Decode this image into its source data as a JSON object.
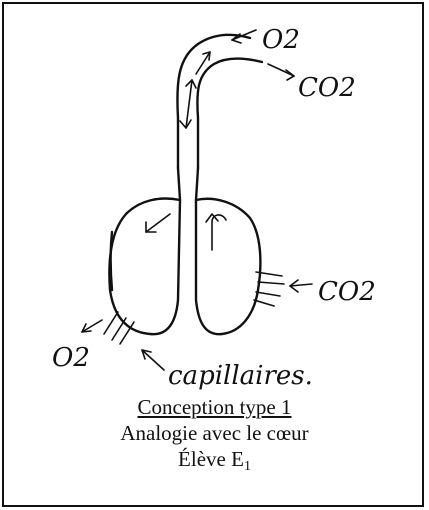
{
  "labels": {
    "o2_top": "O2",
    "co2_top": "CO2",
    "co2_right": "CO2",
    "o2_left": "O2",
    "capillaires": "capillaires."
  },
  "caption": {
    "title": "Conception type 1",
    "subtitle": "Analogie avec le cœur",
    "student": "Élève E",
    "student_sub": "1"
  },
  "icons": [
    "arrow-icon",
    "lung-icon",
    "trachea-icon"
  ],
  "colors": {
    "ink": "#111111",
    "background": "#ffffff"
  }
}
